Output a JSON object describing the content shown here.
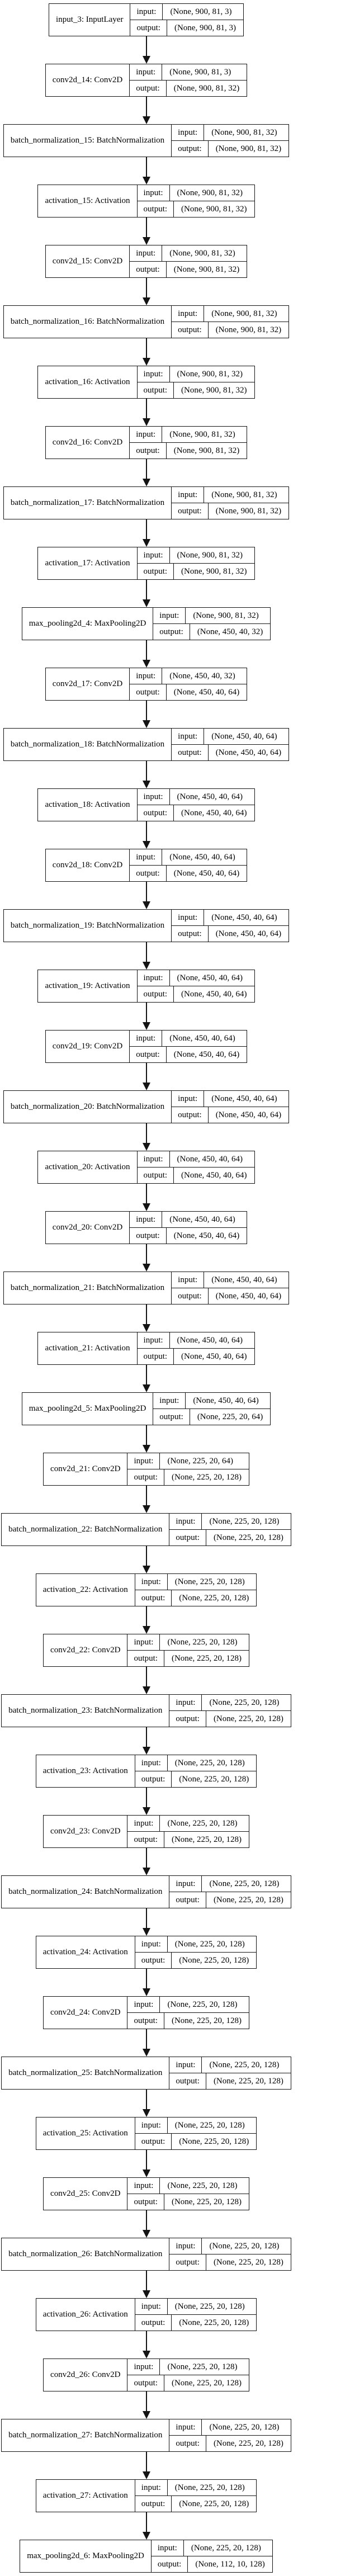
{
  "io_labels": {
    "input": "input:",
    "output": "output:"
  },
  "nodes": [
    {
      "label": "input_3: InputLayer",
      "input": "(None, 900, 81, 3)",
      "output": "(None, 900, 81, 3)"
    },
    {
      "label": "conv2d_14: Conv2D",
      "input": "(None, 900, 81, 3)",
      "output": "(None, 900, 81, 32)"
    },
    {
      "label": "batch_normalization_15: BatchNormalization",
      "input": "(None, 900, 81, 32)",
      "output": "(None, 900, 81, 32)"
    },
    {
      "label": "activation_15: Activation",
      "input": "(None, 900, 81, 32)",
      "output": "(None, 900, 81, 32)"
    },
    {
      "label": "conv2d_15: Conv2D",
      "input": "(None, 900, 81, 32)",
      "output": "(None, 900, 81, 32)"
    },
    {
      "label": "batch_normalization_16: BatchNormalization",
      "input": "(None, 900, 81, 32)",
      "output": "(None, 900, 81, 32)"
    },
    {
      "label": "activation_16: Activation",
      "input": "(None, 900, 81, 32)",
      "output": "(None, 900, 81, 32)"
    },
    {
      "label": "conv2d_16: Conv2D",
      "input": "(None, 900, 81, 32)",
      "output": "(None, 900, 81, 32)"
    },
    {
      "label": "batch_normalization_17: BatchNormalization",
      "input": "(None, 900, 81, 32)",
      "output": "(None, 900, 81, 32)"
    },
    {
      "label": "activation_17: Activation",
      "input": "(None, 900, 81, 32)",
      "output": "(None, 900, 81, 32)"
    },
    {
      "label": "max_pooling2d_4: MaxPooling2D",
      "input": "(None, 900, 81, 32)",
      "output": "(None, 450, 40, 32)"
    },
    {
      "label": "conv2d_17: Conv2D",
      "input": "(None, 450, 40, 32)",
      "output": "(None, 450, 40, 64)"
    },
    {
      "label": "batch_normalization_18: BatchNormalization",
      "input": "(None, 450, 40, 64)",
      "output": "(None, 450, 40, 64)"
    },
    {
      "label": "activation_18: Activation",
      "input": "(None, 450, 40, 64)",
      "output": "(None, 450, 40, 64)"
    },
    {
      "label": "conv2d_18: Conv2D",
      "input": "(None, 450, 40, 64)",
      "output": "(None, 450, 40, 64)"
    },
    {
      "label": "batch_normalization_19: BatchNormalization",
      "input": "(None, 450, 40, 64)",
      "output": "(None, 450, 40, 64)"
    },
    {
      "label": "activation_19: Activation",
      "input": "(None, 450, 40, 64)",
      "output": "(None, 450, 40, 64)"
    },
    {
      "label": "conv2d_19: Conv2D",
      "input": "(None, 450, 40, 64)",
      "output": "(None, 450, 40, 64)"
    },
    {
      "label": "batch_normalization_20: BatchNormalization",
      "input": "(None, 450, 40, 64)",
      "output": "(None, 450, 40, 64)"
    },
    {
      "label": "activation_20: Activation",
      "input": "(None, 450, 40, 64)",
      "output": "(None, 450, 40, 64)"
    },
    {
      "label": "conv2d_20: Conv2D",
      "input": "(None, 450, 40, 64)",
      "output": "(None, 450, 40, 64)"
    },
    {
      "label": "batch_normalization_21: BatchNormalization",
      "input": "(None, 450, 40, 64)",
      "output": "(None, 450, 40, 64)"
    },
    {
      "label": "activation_21: Activation",
      "input": "(None, 450, 40, 64)",
      "output": "(None, 450, 40, 64)"
    },
    {
      "label": "max_pooling2d_5: MaxPooling2D",
      "input": "(None, 450, 40, 64)",
      "output": "(None, 225, 20, 64)"
    },
    {
      "label": "conv2d_21: Conv2D",
      "input": "(None, 225, 20, 64)",
      "output": "(None, 225, 20, 128)"
    },
    {
      "label": "batch_normalization_22: BatchNormalization",
      "input": "(None, 225, 20, 128)",
      "output": "(None, 225, 20, 128)"
    },
    {
      "label": "activation_22: Activation",
      "input": "(None, 225, 20, 128)",
      "output": "(None, 225, 20, 128)"
    },
    {
      "label": "conv2d_22: Conv2D",
      "input": "(None, 225, 20, 128)",
      "output": "(None, 225, 20, 128)"
    },
    {
      "label": "batch_normalization_23: BatchNormalization",
      "input": "(None, 225, 20, 128)",
      "output": "(None, 225, 20, 128)"
    },
    {
      "label": "activation_23: Activation",
      "input": "(None, 225, 20, 128)",
      "output": "(None, 225, 20, 128)"
    },
    {
      "label": "conv2d_23: Conv2D",
      "input": "(None, 225, 20, 128)",
      "output": "(None, 225, 20, 128)"
    },
    {
      "label": "batch_normalization_24: BatchNormalization",
      "input": "(None, 225, 20, 128)",
      "output": "(None, 225, 20, 128)"
    },
    {
      "label": "activation_24: Activation",
      "input": "(None, 225, 20, 128)",
      "output": "(None, 225, 20, 128)"
    },
    {
      "label": "conv2d_24: Conv2D",
      "input": "(None, 225, 20, 128)",
      "output": "(None, 225, 20, 128)"
    },
    {
      "label": "batch_normalization_25: BatchNormalization",
      "input": "(None, 225, 20, 128)",
      "output": "(None, 225, 20, 128)"
    },
    {
      "label": "activation_25: Activation",
      "input": "(None, 225, 20, 128)",
      "output": "(None, 225, 20, 128)"
    },
    {
      "label": "conv2d_25: Conv2D",
      "input": "(None, 225, 20, 128)",
      "output": "(None, 225, 20, 128)"
    },
    {
      "label": "batch_normalization_26: BatchNormalization",
      "input": "(None, 225, 20, 128)",
      "output": "(None, 225, 20, 128)"
    },
    {
      "label": "activation_26: Activation",
      "input": "(None, 225, 20, 128)",
      "output": "(None, 225, 20, 128)"
    },
    {
      "label": "conv2d_26: Conv2D",
      "input": "(None, 225, 20, 128)",
      "output": "(None, 225, 20, 128)"
    },
    {
      "label": "batch_normalization_27: BatchNormalization",
      "input": "(None, 225, 20, 128)",
      "output": "(None, 225, 20, 128)"
    },
    {
      "label": "activation_27: Activation",
      "input": "(None, 225, 20, 128)",
      "output": "(None, 225, 20, 128)"
    },
    {
      "label": "max_pooling2d_6: MaxPooling2D",
      "input": "(None, 225, 20, 128)",
      "output": "(None, 112, 10, 128)"
    }
  ]
}
